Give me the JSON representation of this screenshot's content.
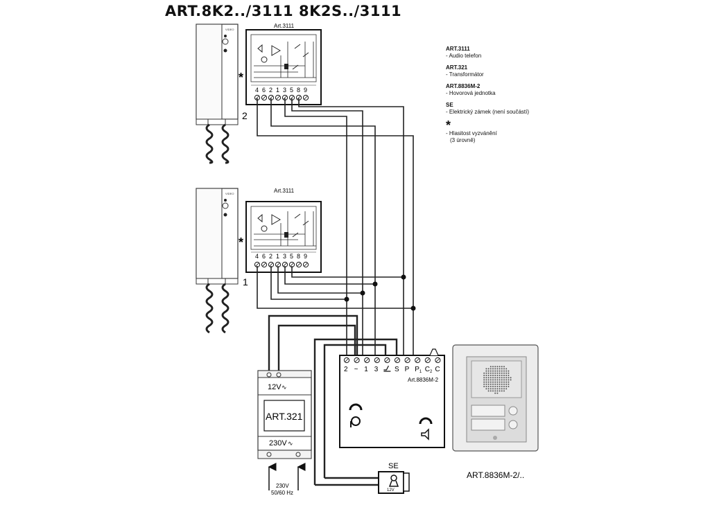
{
  "title": "ART.8K2../3111 8K2S../3111",
  "phones": [
    {
      "model": "Art.3111",
      "number": "2",
      "terminals": [
        "4",
        "6",
        "2",
        "1",
        "3",
        "5",
        "8",
        "9"
      ],
      "asterisk": "*"
    },
    {
      "model": "Art.3111",
      "number": "1",
      "terminals": [
        "4",
        "6",
        "2",
        "1",
        "3",
        "5",
        "8",
        "9"
      ],
      "asterisk": "*"
    }
  ],
  "legend": [
    {
      "code": "ART.3111",
      "desc": "- Audio telefon"
    },
    {
      "code": "ART.321",
      "desc": "- Transformátor"
    },
    {
      "code": "ART.8836M-2",
      "desc": "- Hovorová jednotka"
    },
    {
      "code": "SE",
      "desc": "- Elektrický zámek (není součástí)"
    }
  ],
  "legend_star": {
    "symbol": "*",
    "line1": "- Hlasitost vyzvánění",
    "line2": "(3 úrovně)"
  },
  "transformer": {
    "label": "ART.321",
    "out": "12V",
    "in": "230V",
    "supply1": "230V",
    "supply2": "50/60 Hz"
  },
  "audio_unit": {
    "label": "Art.8836M-2",
    "terminals": [
      "2",
      "~",
      "1",
      "3",
      "",
      "S",
      "P",
      "P",
      "C",
      "C"
    ],
    "subs": [
      "",
      "",
      "",
      "",
      "",
      "",
      "",
      "1",
      "2",
      ""
    ]
  },
  "panel": {
    "label": "ART.8836M-2/.."
  },
  "lock": {
    "label": "SE",
    "voltage": "12V"
  }
}
